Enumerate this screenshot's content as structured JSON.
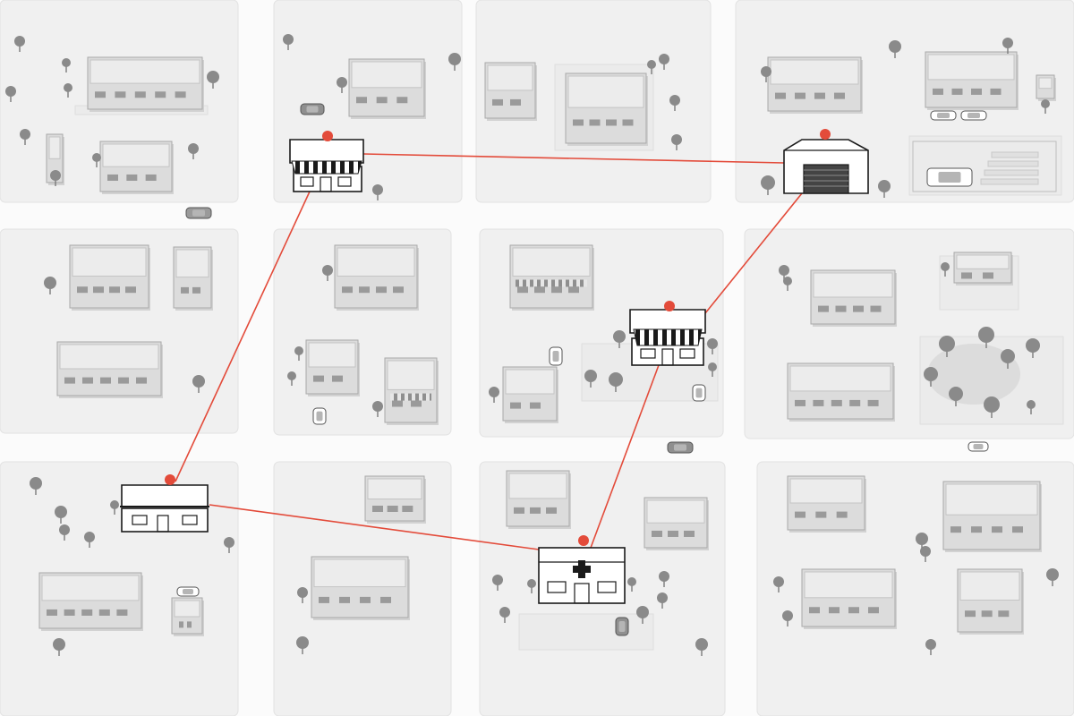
{
  "colors": {
    "background": "#f3f3f3",
    "road": "#fbfbfb",
    "block": "#f0f0f0",
    "lot": "#e9e9e9",
    "building_fill": "#dcdcdc",
    "building_roof": "#ececec",
    "building_edge": "#a9a9a9",
    "tree": "#8a8a8a",
    "route": "#e34b3a",
    "pin": "#e34b3a",
    "highlight_outline": "#1a1a1a",
    "highlight_fill": "#ffffff"
  },
  "route": {
    "description": "",
    "stops": [
      {
        "id": "stop-shop-northwest",
        "kind": "shop"
      },
      {
        "id": "stop-warehouse-northeast",
        "kind": "warehouse"
      },
      {
        "id": "stop-shop-center",
        "kind": "shop"
      },
      {
        "id": "stop-clinic-south",
        "kind": "clinic"
      },
      {
        "id": "stop-house-southwest",
        "kind": "house"
      }
    ]
  },
  "icons": [
    "map-pin-icon",
    "medical-cross-icon",
    "awning-icon",
    "garage-door-icon",
    "car-icon",
    "tree-icon"
  ]
}
